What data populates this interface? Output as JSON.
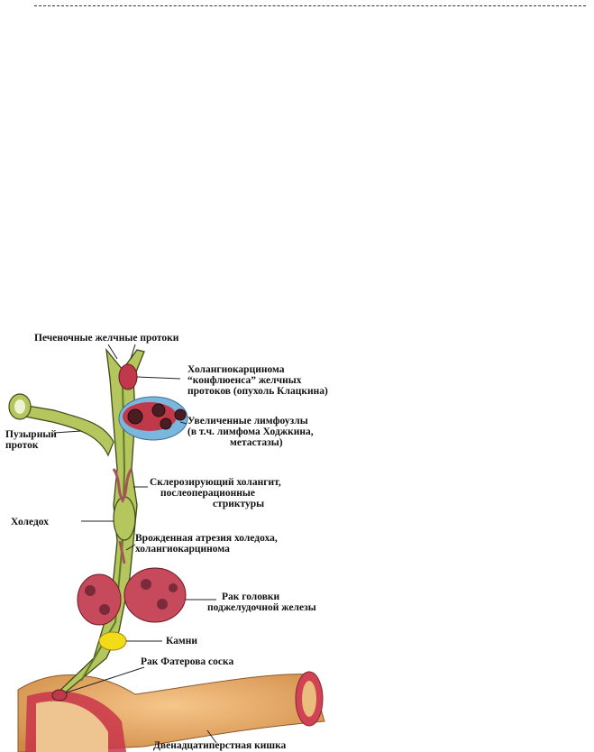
{
  "labels": {
    "hepatic_ducts": "Печеночные желчные протоки",
    "klatskin_1": "Холангиокарцинома",
    "klatskin_2": "“конфлюенса” желчных",
    "klatskin_3": "протоков (опухоль Клацкина)",
    "lymph_1": "Увеличенные лимфоузлы",
    "lymph_2": "(в т.ч. лимфома Ходжкина,",
    "lymph_3": "метастазы)",
    "cystic_1": "Пузырный",
    "cystic_2": "проток",
    "sclerosing_1": "Склерозирующий холангит,",
    "sclerosing_2": "послеоперационные",
    "sclerosing_3": "стриктуры",
    "choledochus": "Холедох",
    "atresia_1": "Врожденная атрезия холедоха,",
    "atresia_2": "холангиокарцинома",
    "pancreas_1": "Рак головки",
    "pancreas_2": "поджелудочной железы",
    "stones": "Камни",
    "vater": "Рак Фатерова соска",
    "duodenum": "Двенадцатиперстная кишка"
  },
  "colors": {
    "duct_fill": "#b5c65e",
    "duct_dark": "#5f7a2a",
    "tumor": "#c0394a",
    "lymph_bg": "#7bb6de",
    "stone": "#f2dc1a",
    "duodenum_outer": "#e5a866",
    "duodenum_inner": "#c9354a"
  }
}
